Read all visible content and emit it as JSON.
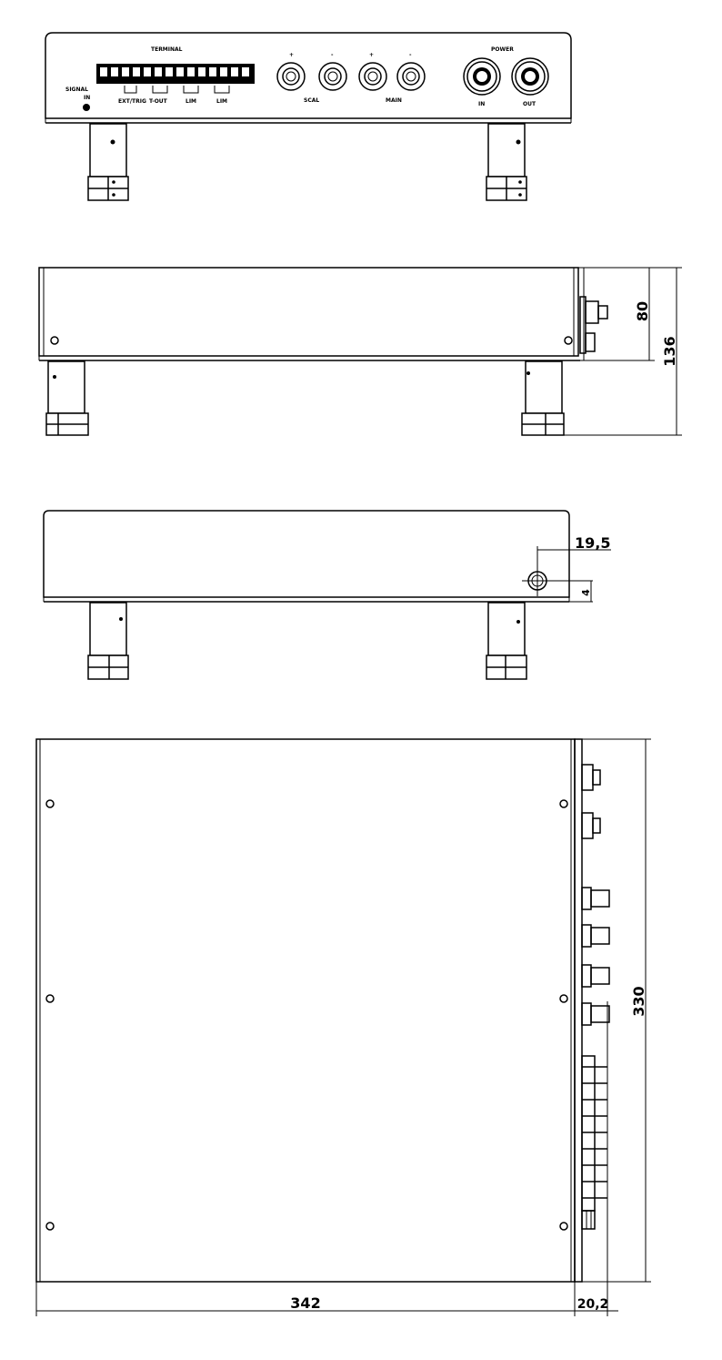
{
  "front_panel": {
    "terminal_label": "TERMINAL",
    "terminal_sublabels": [
      "EXT/TRIG",
      "T-OUT",
      "LIM",
      "LIM"
    ],
    "group_label_left": "SCAL",
    "group_label_right": "MAIN",
    "polarity_marks": [
      "+",
      "-",
      "+",
      "-"
    ],
    "power_label": "POWER",
    "power_jack_labels": [
      "IN",
      "OUT"
    ],
    "left_label": "SIGNAL",
    "left_sublabel": "IN"
  },
  "dimensions": {
    "side_height_inner": "80",
    "side_height_total": "136",
    "hole_offset": "19,5",
    "hole_vertical": "4",
    "top_width": "342",
    "top_depth": "330",
    "top_connector_depth": "20,2"
  }
}
